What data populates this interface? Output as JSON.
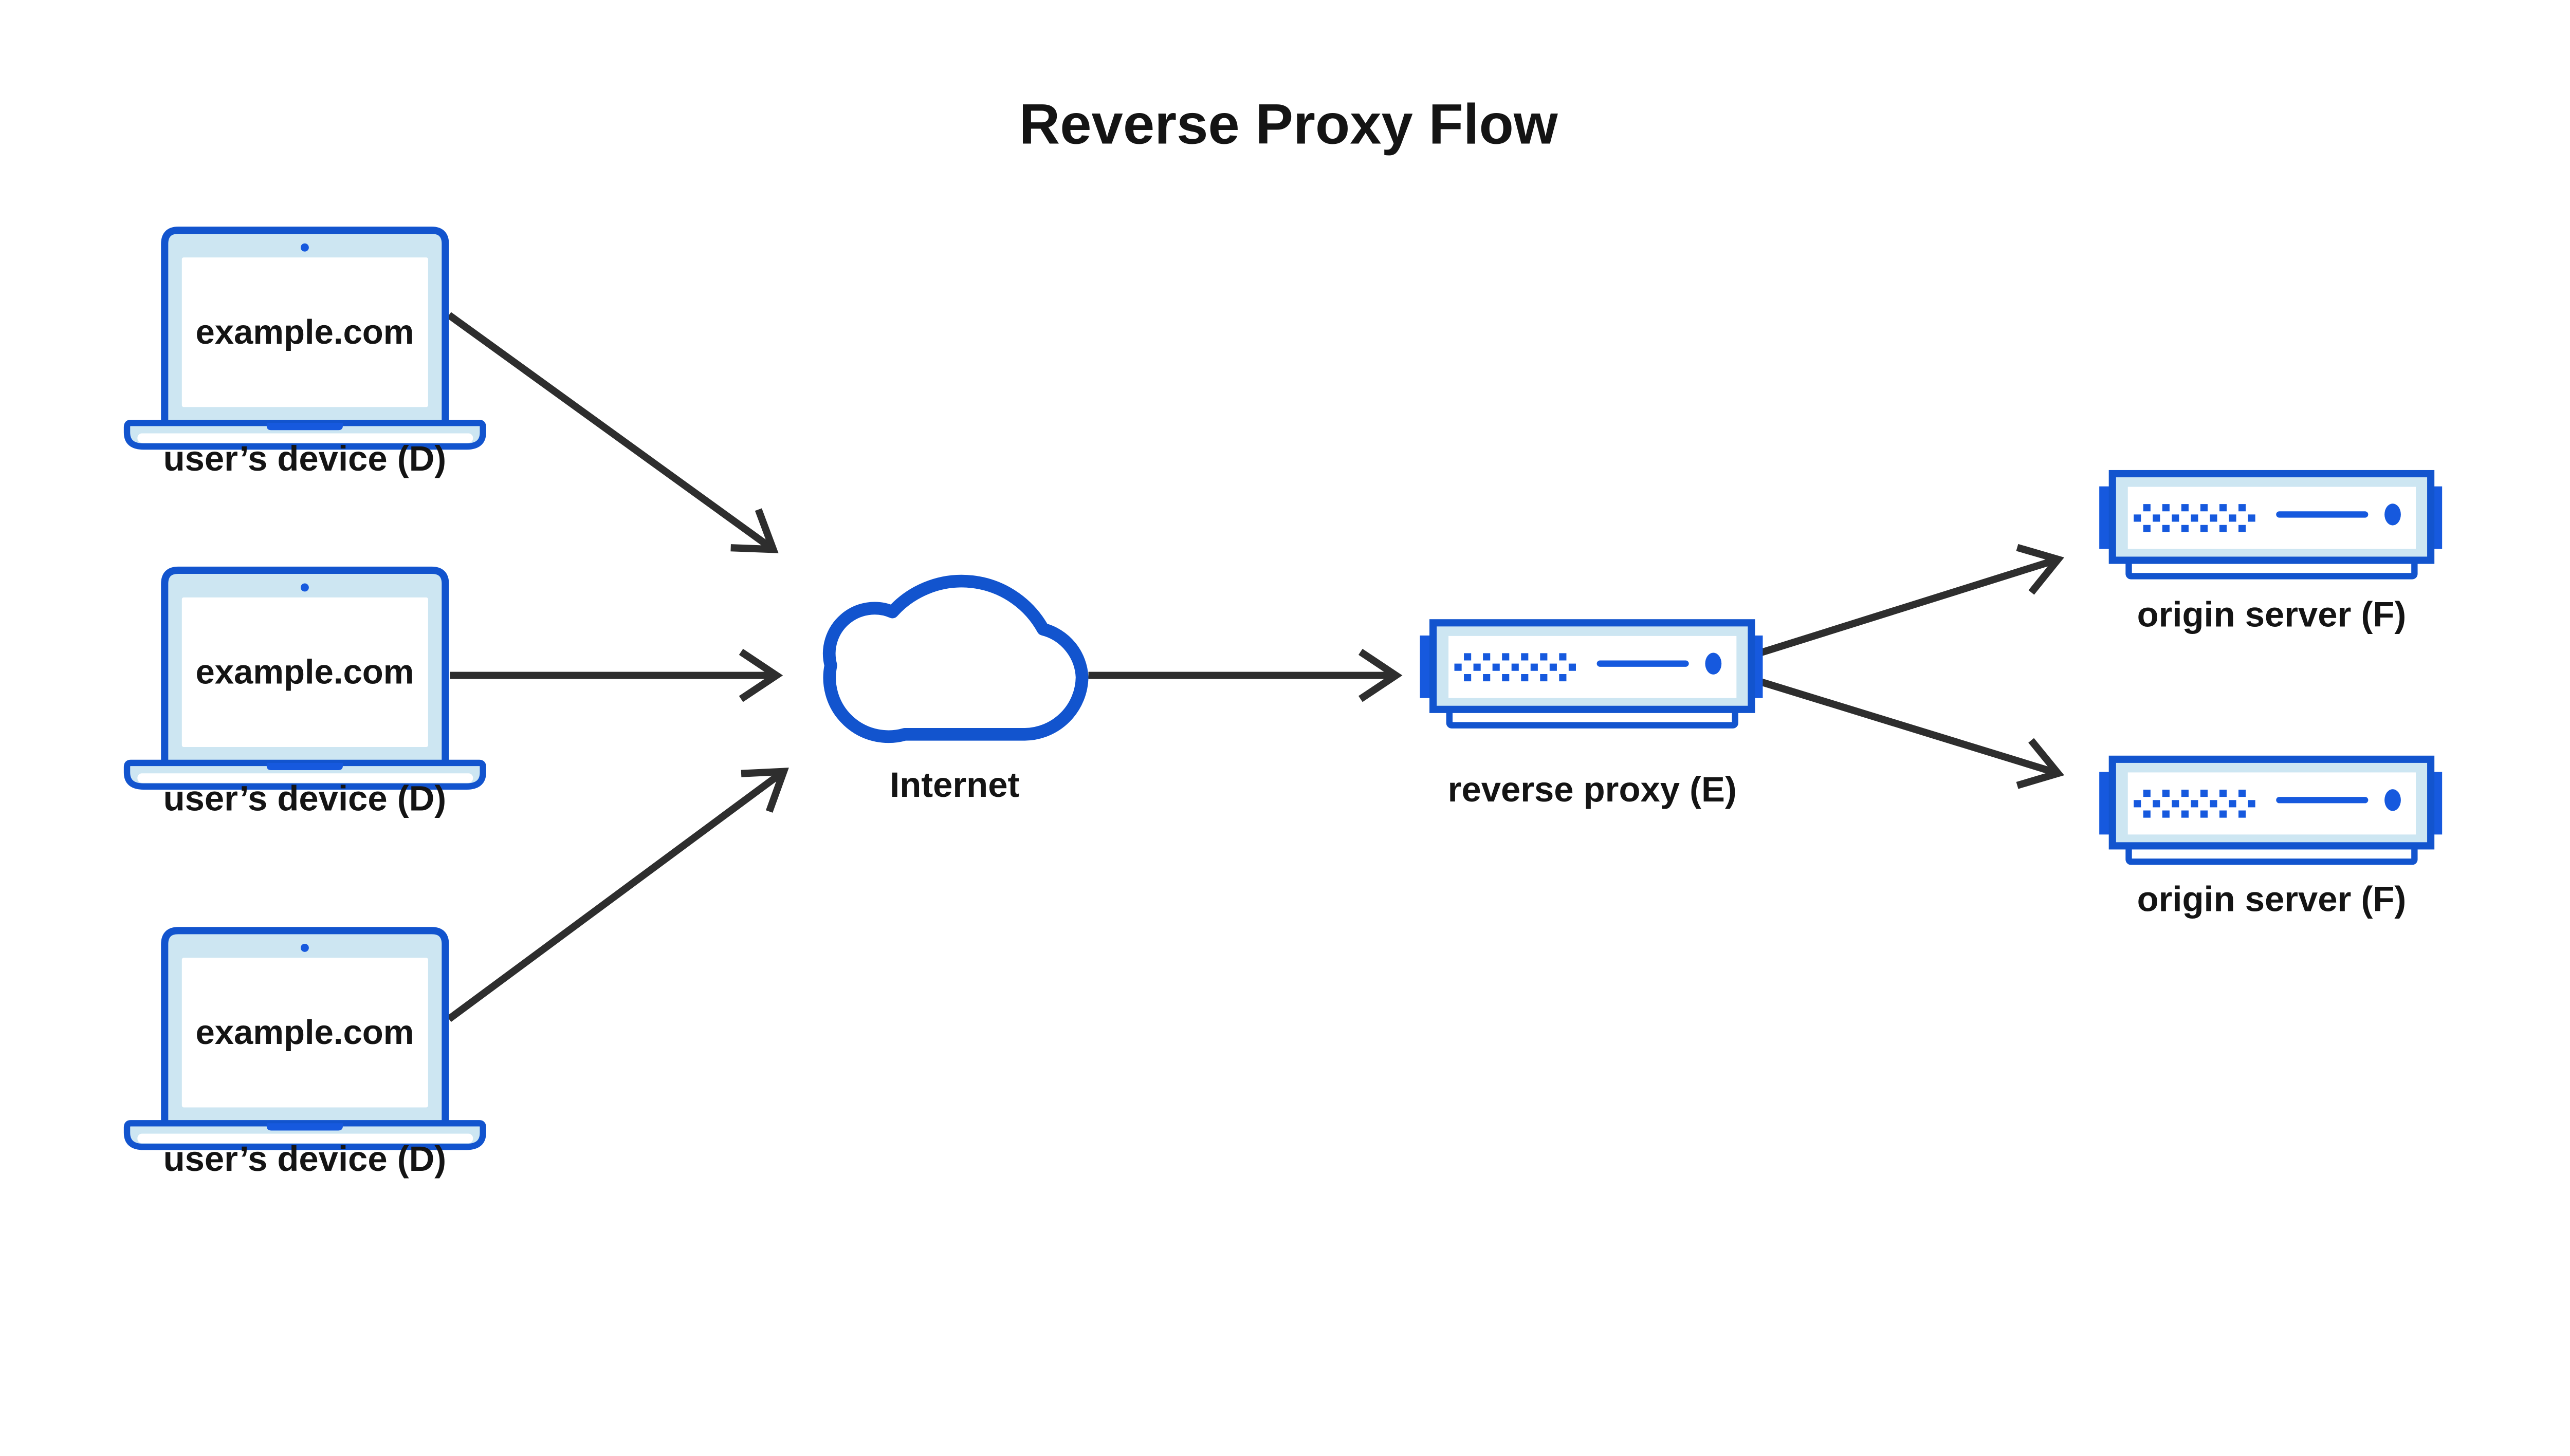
{
  "title": "Reverse Proxy Flow",
  "nodes": {
    "user_devices": [
      {
        "screen_text": "example.com",
        "label": "user’s device (D)"
      },
      {
        "screen_text": "example.com",
        "label": "user’s device (D)"
      },
      {
        "screen_text": "example.com",
        "label": "user’s device (D)"
      }
    ],
    "internet": {
      "label": "Internet"
    },
    "reverse_proxy": {
      "label": "reverse proxy (E)"
    },
    "origin_servers": [
      {
        "label": "origin server (F)"
      },
      {
        "label": "origin server (F)"
      }
    ]
  },
  "edges": [
    {
      "from": "user-device-1",
      "to": "internet"
    },
    {
      "from": "user-device-2",
      "to": "internet"
    },
    {
      "from": "user-device-3",
      "to": "internet"
    },
    {
      "from": "internet",
      "to": "reverse-proxy"
    },
    {
      "from": "reverse-proxy",
      "to": "origin-server-1"
    },
    {
      "from": "reverse-proxy",
      "to": "origin-server-2"
    }
  ],
  "colors": {
    "primary_blue": "#1254CE",
    "accent_blue": "#1659DE",
    "light_blue": "#CDE6F2",
    "arrow_dark": "#2E2E2E",
    "text_dark": "#141414",
    "background": "#FFFFFF"
  }
}
